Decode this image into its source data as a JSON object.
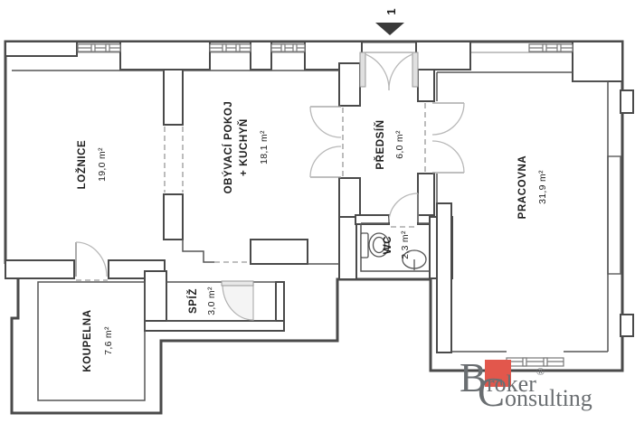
{
  "plan": {
    "orientation_label": "1",
    "rooms": {
      "loznice": {
        "name": "LOŽNICE",
        "area": "19,0 m²"
      },
      "obyvaci": {
        "name": "OBÝVACÍ POKOJ",
        "name2": "+ KUCHYŇ",
        "area": "18,1 m²"
      },
      "predsin": {
        "name": "PŘEDSÍŇ",
        "area": "6,0 m²"
      },
      "pracovna": {
        "name": "PRACOVNA",
        "area": "31,9 m²"
      },
      "koupelna": {
        "name": "KOUPELNA",
        "area": "7,6 m²"
      },
      "spiz": {
        "name": "SPÍŽ",
        "area": "3,0 m²"
      },
      "wc": {
        "name": "WC",
        "area": "2,3 m²"
      }
    }
  },
  "logo": {
    "word1_initial": "B",
    "word1_rest": "roker",
    "registered_mark": "®",
    "word2_initial": "C",
    "word2_rest": "onsulting"
  },
  "colors": {
    "wall": "#4a4a4a",
    "logo_text": "#6a6e71",
    "logo_accent": "#e2574c"
  }
}
